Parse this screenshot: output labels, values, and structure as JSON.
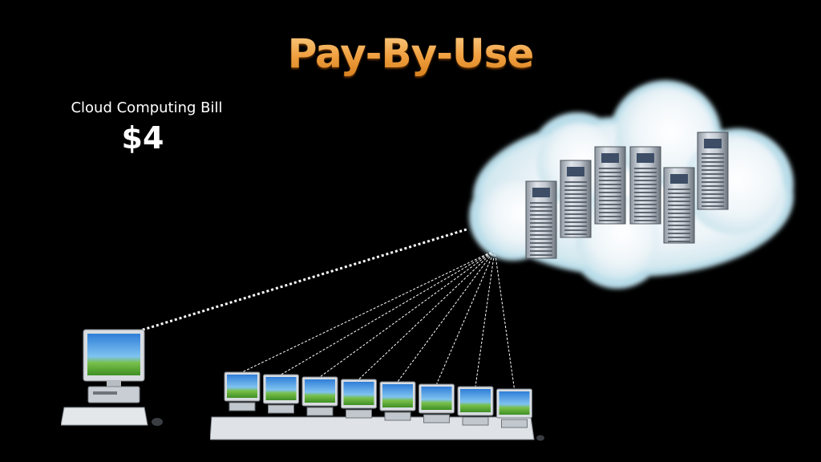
{
  "slide": {
    "title": "Pay-By-Use",
    "bill_label": "Cloud Computing Bill",
    "bill_amount": "$4",
    "colors": {
      "background": "#000000",
      "title": "#f0a040",
      "text": "#ffffff",
      "link": "#ffffff"
    }
  },
  "cloud": {
    "server_count": 6,
    "icon": "server-rack-icon"
  },
  "clients": {
    "main_computer_icon": "desktop-computer-icon",
    "group_count": 8,
    "group_icon": "desktop-computer-icon"
  }
}
